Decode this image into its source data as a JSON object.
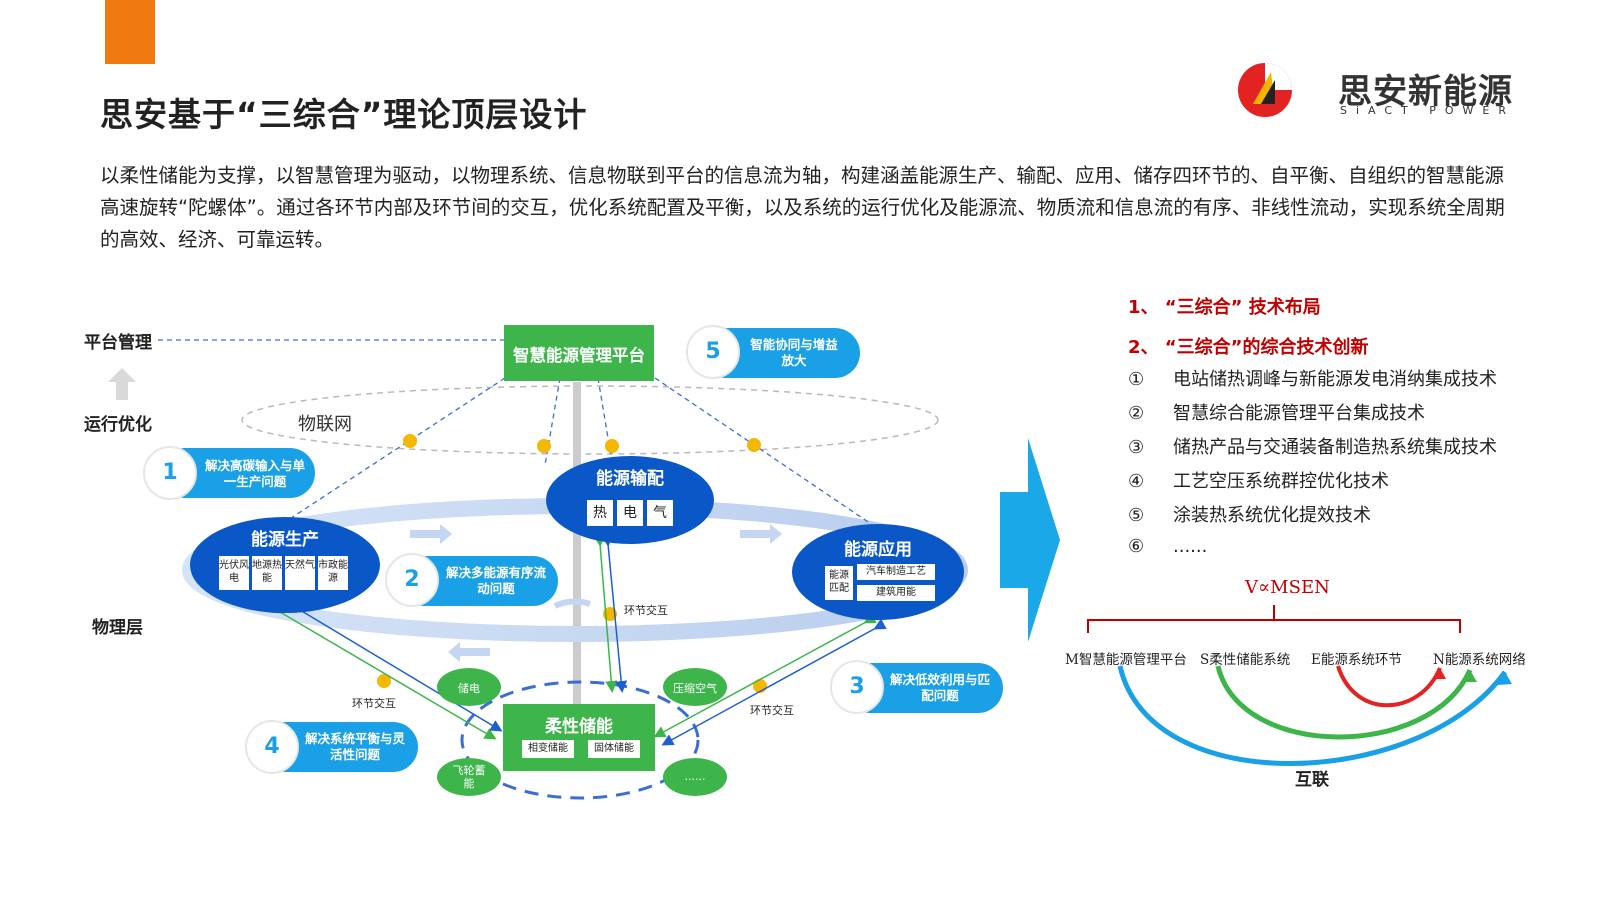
{
  "header": {
    "title": "思安基于“三综合”理论顶层设计",
    "intro": "以柔性储能为支撑，以智慧管理为驱动，以物理系统、信息物联到平台的信息流为轴，构建涵盖能源生产、输配、应用、储存四环节的、自平衡、自组织的智慧能源高速旋转“陀螺体”。通过各环节内部及环节间的交互，优化系统配置及平衡，以及系统的运行优化及能源流、物质流和信息流的有序、非线性流动，实现系统全周期的高效、经济、可靠运转。"
  },
  "logo": {
    "cn": "思安新能源",
    "en": "SiACT POWER",
    "icon": "siact-logo-icon"
  },
  "layers": {
    "platform": "平台管理",
    "optimize": "运行优化",
    "physical": "物理层",
    "iot": "物联网"
  },
  "nodes": {
    "platform_box": "智慧能源管理平台",
    "production": {
      "title": "能源生产",
      "items": [
        "光伏风电",
        "地源热能",
        "天然气",
        "市政能源"
      ]
    },
    "distribution": {
      "title": "能源输配",
      "items": [
        "热",
        "电",
        "气"
      ]
    },
    "application": {
      "title": "能源应用",
      "left": "能源匹配",
      "items": [
        "汽车制造工艺",
        "建筑用能"
      ]
    },
    "storage": {
      "title": "柔性储能",
      "items": [
        "相变储能",
        "固体储能"
      ]
    },
    "storage_sats": [
      "储电",
      "压缩空气",
      "飞轮蓄能",
      "......"
    ]
  },
  "problems": [
    {
      "num": "1",
      "text": "解决高碳输入与单一生产问题"
    },
    {
      "num": "2",
      "text": "解决多能源有序流动问题"
    },
    {
      "num": "3",
      "text": "解决低效利用与匹配问题"
    },
    {
      "num": "4",
      "text": "解决系统平衡与灵活性问题"
    },
    {
      "num": "5",
      "text": "智能协同与增益放大"
    }
  ],
  "interaction_label": "环节交互",
  "tech": {
    "heading1": "1、 “三综合” 技术布局",
    "heading2": "2、 “三综合”的综合技术创新",
    "items": [
      {
        "num": "①",
        "text": "电站储热调峰与新能源发电消纳集成技术"
      },
      {
        "num": "②",
        "text": "智慧综合能源管理平台集成技术"
      },
      {
        "num": "③",
        "text": "储热产品与交通装备制造热系统集成技术"
      },
      {
        "num": "④",
        "text": "工艺空压系统群控优化技术"
      },
      {
        "num": "⑤",
        "text": "涂装热系统优化提效技术"
      },
      {
        "num": "⑥",
        "text": "......"
      }
    ],
    "formula": "V∝MSEN",
    "m_labels": [
      "M智慧能源管理平台",
      "S柔性储能系统",
      "E能源系统环节",
      "N能源系统网络"
    ],
    "interconnect": "互联"
  },
  "colors": {
    "accent_orange": "#f07a12",
    "heading_red": "#c00000",
    "platform_green": "#3db54a",
    "node_blue": "#0a57c8",
    "badge_blue": "#1aa0e6",
    "arrow_blue": "#1aa8e8",
    "dot_yellow": "#f5b800"
  }
}
